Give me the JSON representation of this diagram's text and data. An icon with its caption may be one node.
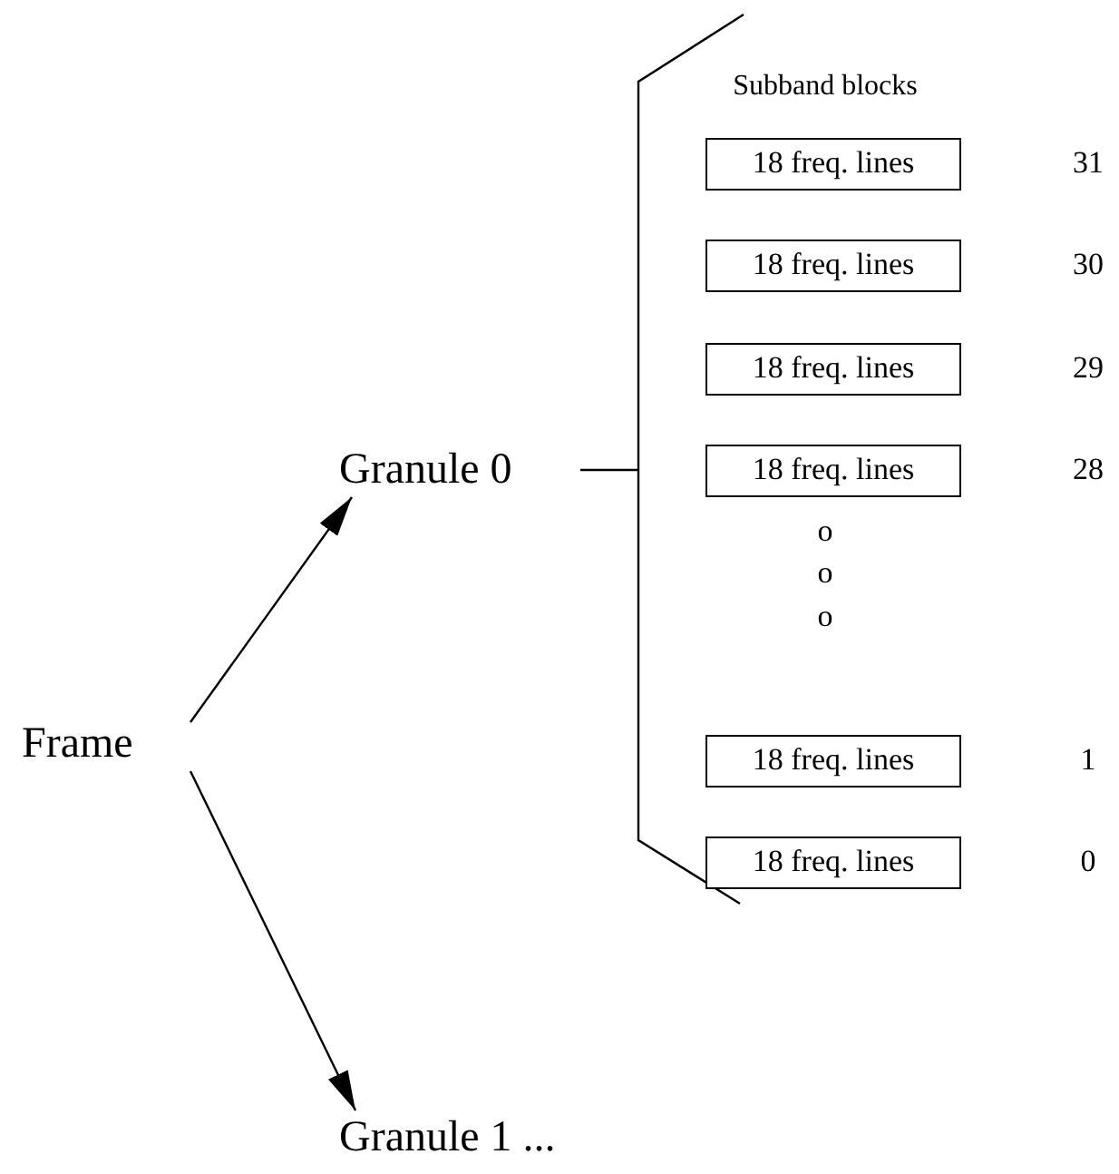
{
  "diagram": {
    "nodes": [
      {
        "text": [
          "Frame"
        ]
      },
      {
        "text": [
          "Granule 0"
        ]
      },
      {
        "text": [
          "Granule 1 ..."
        ]
      },
      {
        "text": [
          "Subband blocks"
        ]
      },
      {
        "text": [
          "18 freq. lines"
        ],
        "in": 3,
        "beside": [
          "31"
        ]
      },
      {
        "text": [
          "18 freq. lines"
        ],
        "in": 3,
        "beside": [
          "30"
        ]
      },
      {
        "text": [
          "18 freq. lines"
        ],
        "in": 3,
        "beside": [
          "29"
        ]
      },
      {
        "text": [
          "18 freq. lines"
        ],
        "in": 3,
        "beside": [
          "28"
        ]
      },
      {
        "text": [
          "18 freq. lines"
        ],
        "in": 3,
        "beside": [
          "1"
        ]
      },
      {
        "text": [
          "18 freq. lines"
        ],
        "in": 3,
        "beside": [
          "0"
        ]
      }
    ],
    "edges": [
      {
        "from": 0,
        "to": 1,
        "arrow": "to"
      },
      {
        "from": 0,
        "to": 2,
        "arrow": "to"
      },
      {
        "from": 1,
        "to": 3,
        "arrow": "none"
      }
    ],
    "labels": [
      "o",
      "o",
      "o"
    ]
  }
}
